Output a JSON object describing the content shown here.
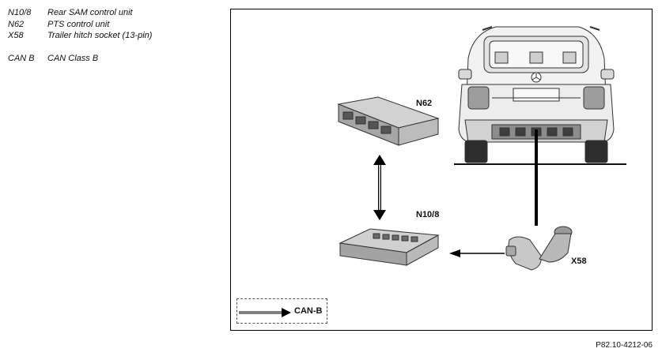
{
  "legend": [
    {
      "code": "N10/8",
      "text": "Rear SAM control unit"
    },
    {
      "code": "N62",
      "text": "PTS control unit"
    },
    {
      "code": "X58",
      "text": "Trailer hitch socket (13-pin)"
    },
    {
      "code": "CAN B",
      "text": "CAN Class B"
    }
  ],
  "figure": {
    "label_n62": "N62",
    "label_n10_8": "N10/8",
    "label_x58": "X58",
    "canb_legend": "CAN-B"
  },
  "reference": "P82.10-4212-06"
}
